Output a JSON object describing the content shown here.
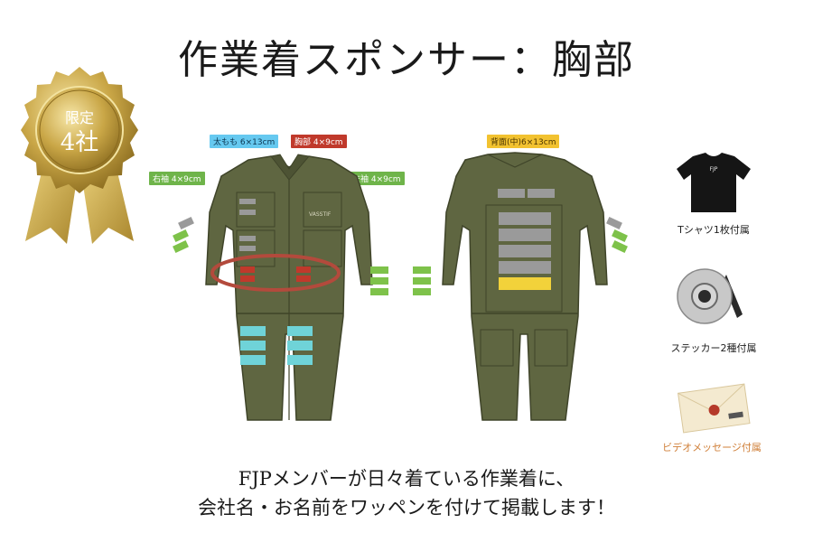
{
  "title": "作業着スポンサー：胸部",
  "medal": {
    "line1": "限定",
    "line2": "4社"
  },
  "tags": {
    "thigh": "太もも 6×13cm",
    "chest": "胸部 4×9cm",
    "right_sleeve": "右袖 4×9cm",
    "left_sleeve": "左袖 4×9cm",
    "back": "背面(中)6×13cm"
  },
  "suit_text": {
    "name": "VASSTIF"
  },
  "perks": {
    "tshirt_caption": "Tシャツ1枚付属",
    "tshirt_print": "FJP",
    "sticker_caption": "ステッカー2種付属",
    "video_caption": "ビデオメッセージ付属"
  },
  "description": {
    "line1": "FJPメンバーが日々着ている作業着に、",
    "line2": "会社名・お名前をワッペンを付けて掲載します！"
  },
  "colors": {
    "suit": "#5f6641",
    "suit_dark": "#3f4429",
    "patch_red": "#c0392b",
    "patch_cyan": "#6fd3d8",
    "patch_green": "#7ec24a",
    "patch_yellow": "#f2d23a",
    "patch_gray": "#9a9a9a",
    "gold": "#c9a646"
  }
}
